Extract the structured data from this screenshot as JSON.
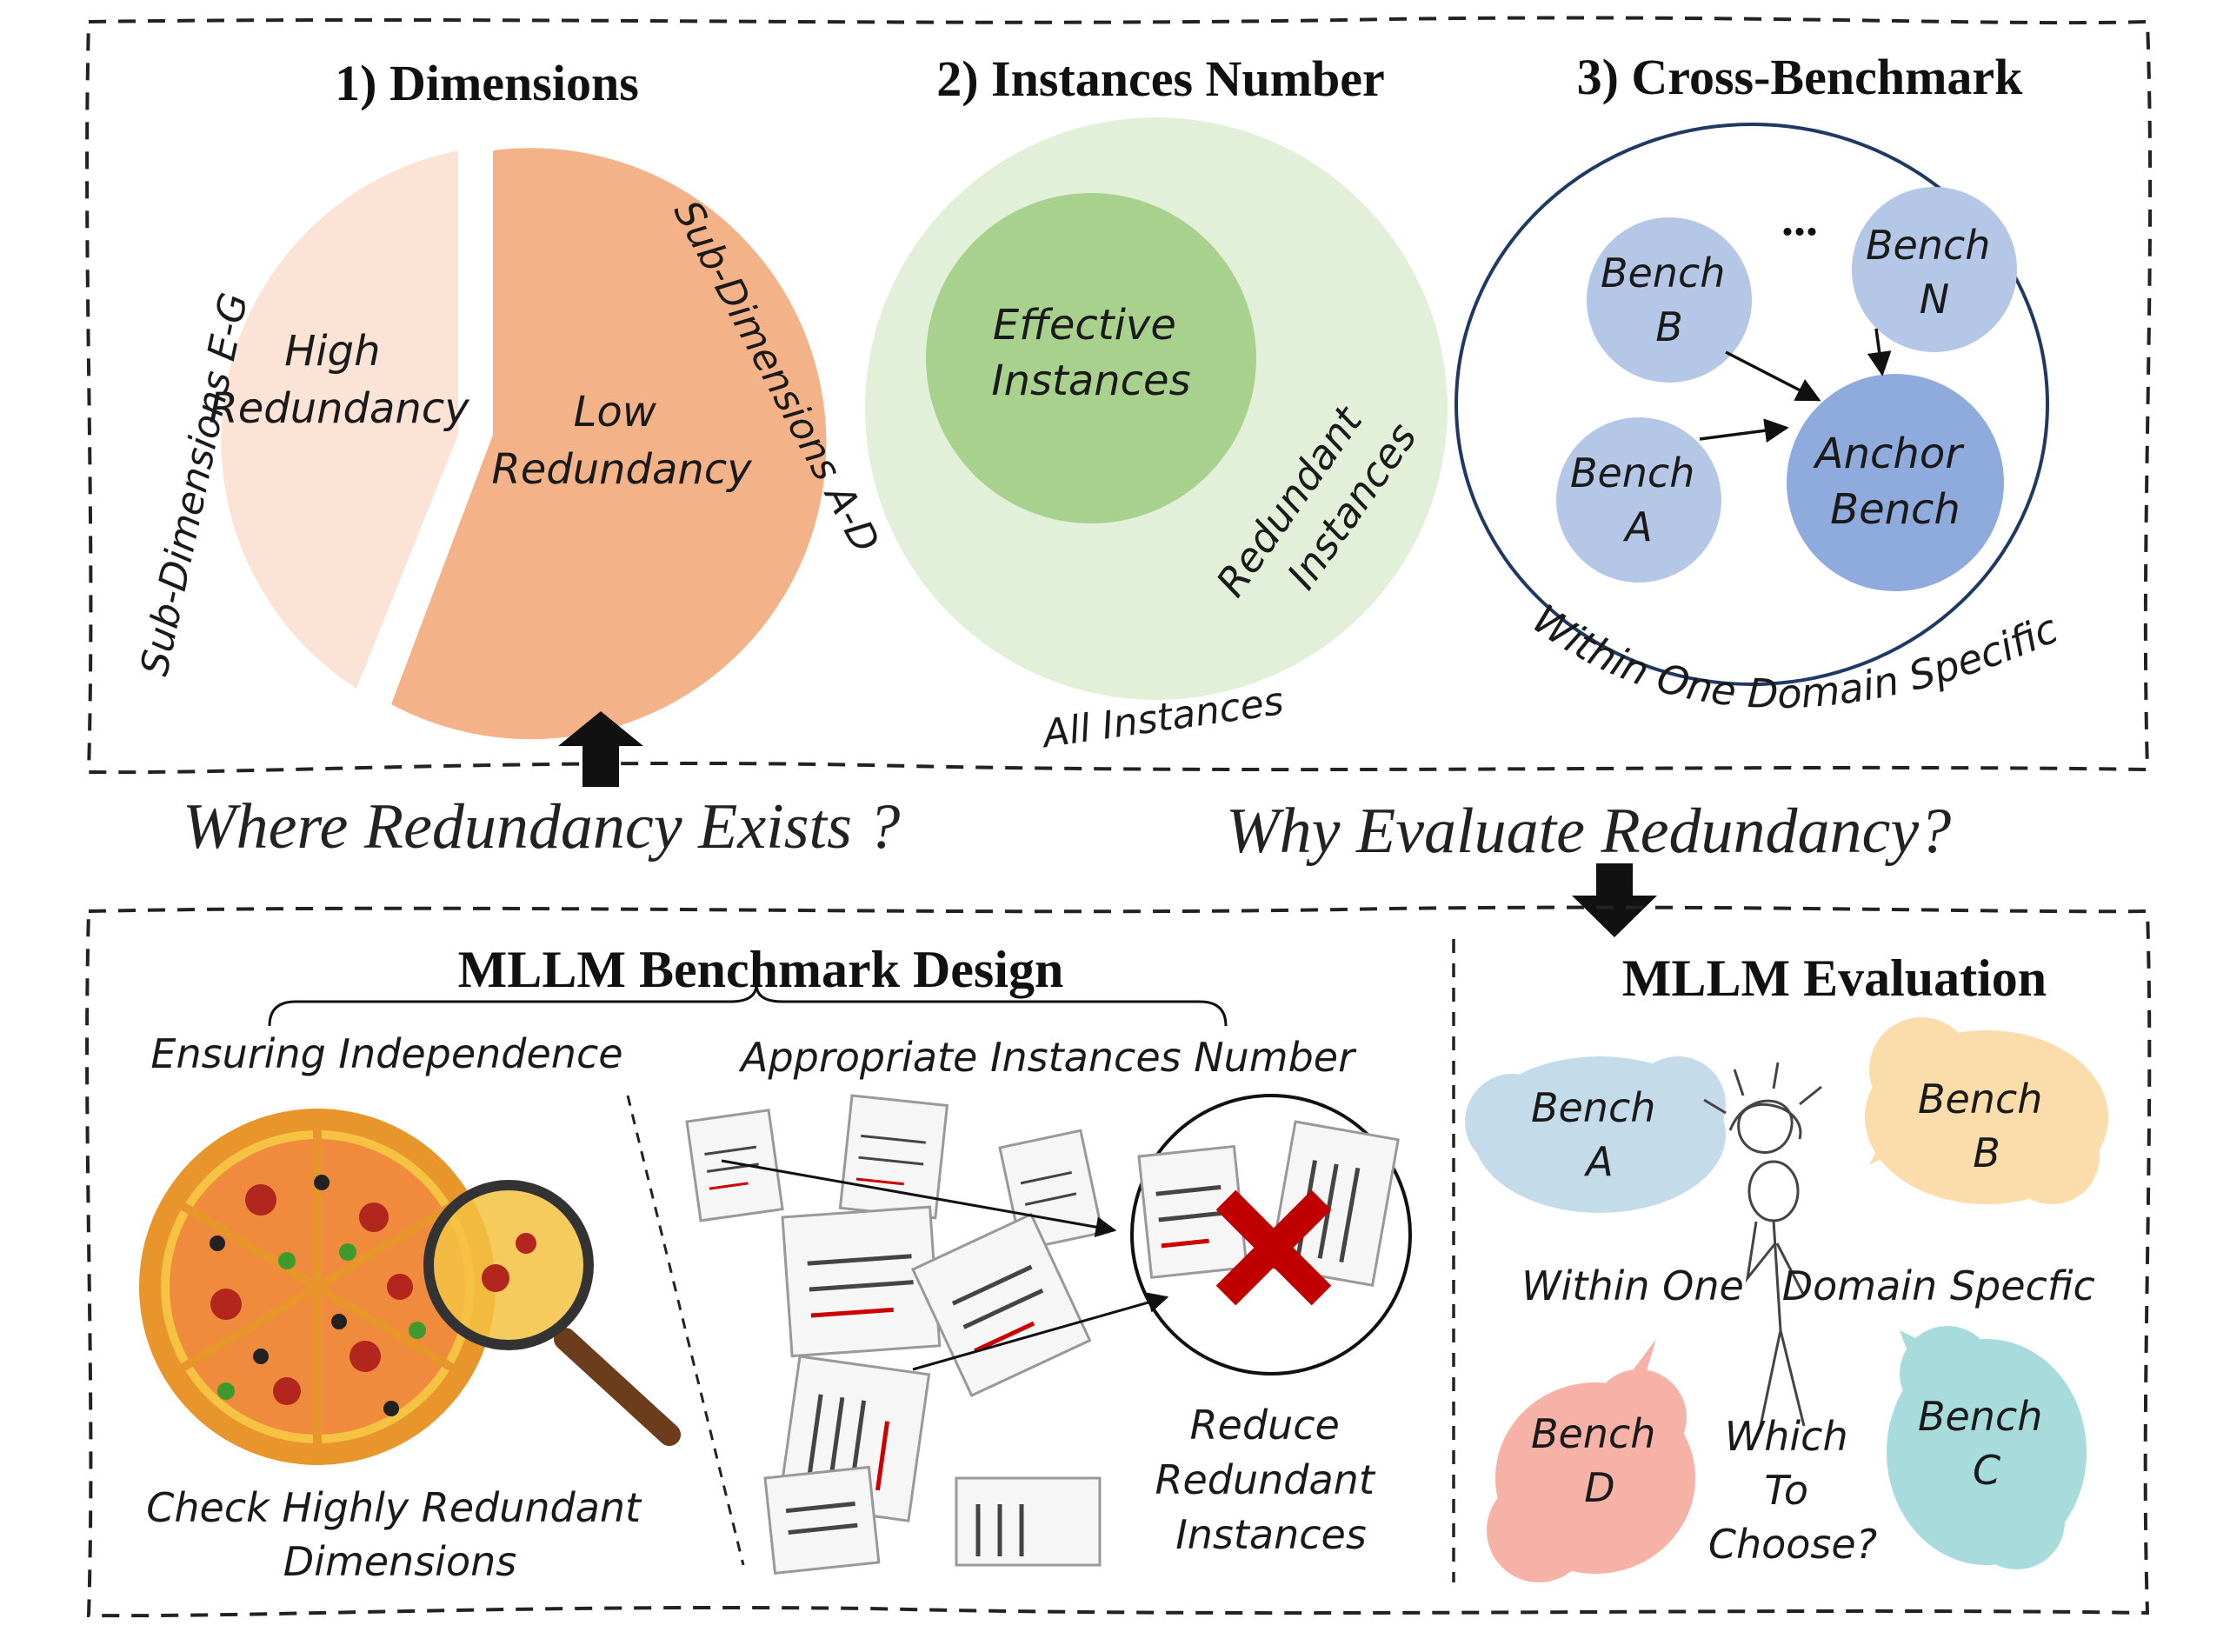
{
  "top": {
    "dimensions": {
      "title": "1) Dimensions",
      "high_line1": "High",
      "high_line2": "Redundancy",
      "low_line1": "Low",
      "low_line2": "Redundancy",
      "sub_left": "Sub-Dimensions E-G",
      "sub_right": "Sub-Dimensions A-D",
      "colors": {
        "high": "#fbe3d6",
        "low": "#f3b287"
      }
    },
    "instances": {
      "title": "2) Instances Number",
      "effective_line1": "Effective",
      "effective_line2": "Instances",
      "redundant_line1": "Redundant",
      "redundant_line2": "Instances",
      "all": "All Instances",
      "colors": {
        "outer": "#e2f0d9",
        "inner": "#a9d18e"
      }
    },
    "cross": {
      "title": "3) Cross-Benchmark",
      "ellipsis": "...",
      "bench_b_line1": "Bench",
      "bench_b_line2": "B",
      "bench_n_line1": "Bench",
      "bench_n_line2": "N",
      "bench_a_line1": "Bench",
      "bench_a_line2": "A",
      "anchor_line1": "Anchor",
      "anchor_line2": "Bench",
      "domain": "Within One Domain Specific",
      "colors": {
        "bench": "#b4c7e7",
        "anchor": "#8faadc",
        "frame": "#1f3864"
      }
    }
  },
  "questions": {
    "where": "Where Redundancy Exists ?",
    "why": "Why Evaluate Redundancy?"
  },
  "design": {
    "title": "MLLM Benchmark Design",
    "independence": "Ensuring Independence",
    "appropriate": "Appropriate Instances Number",
    "check_line1": "Check Highly Redundant",
    "check_line2": "Dimensions",
    "reduce_line1": "Reduce",
    "reduce_line2": "Redundant",
    "reduce_line3": "Instances"
  },
  "evaluation": {
    "title": "MLLM Evaluation",
    "domain": "Within One   Domain Specfic",
    "which_line1": "Which",
    "which_line2": "To",
    "which_line3": "Choose?",
    "bubbles": [
      {
        "line1": "Bench",
        "line2": "A",
        "color": "#c4dbea"
      },
      {
        "line1": "Bench",
        "line2": "B",
        "color": "#fbdcab"
      },
      {
        "line1": "Bench",
        "line2": "C",
        "color": "#a8dcdc"
      },
      {
        "line1": "Bench",
        "line2": "D",
        "color": "#f6b2a6"
      }
    ]
  }
}
